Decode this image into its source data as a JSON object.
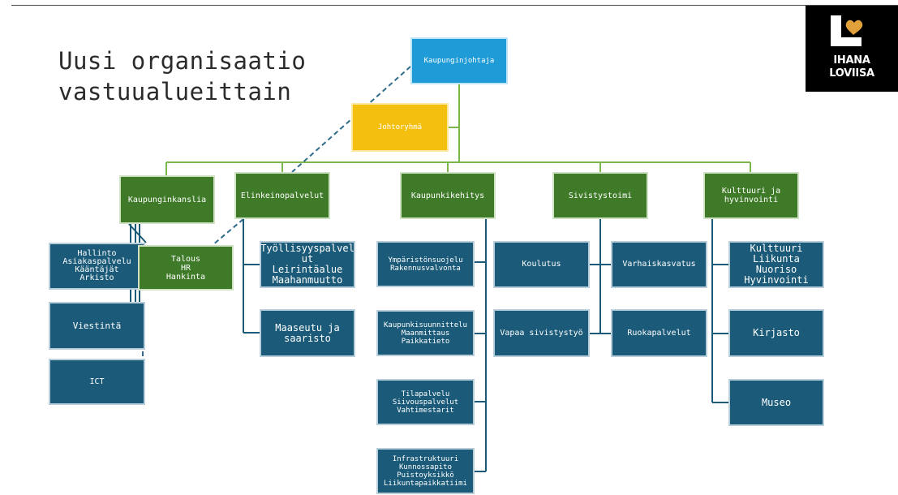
{
  "title_line1": "Uusi organisaatio",
  "title_line2": "vastuualueittain",
  "logo": {
    "line1": "IHANA",
    "line2": "LOVIISA"
  },
  "colors": {
    "blue_top": "#1f9bd7",
    "yellow": "#f5bf0f",
    "green": "#3f7a28",
    "navy": "#1b5b79",
    "line_green": "#7ab648",
    "line_blue": "#2e6b8a"
  },
  "nodes": {
    "kaupunginjohtaja": "Kaupunginjohtaja",
    "johtoryhma": "Johtoryhmä",
    "kaupunginkanslia": "Kaupunginkanslia",
    "elinkeinopalvelut": "Elinkeinopalvelut",
    "kaupunkikehitys": "Kaupunkikehitys",
    "sivistystoimi": "Sivistystoimi",
    "kulttuuri": "Kulttuuri ja\nhyvinvointi",
    "hallinto": "Hallinto\nAsiakaspalvelu\nKääntäjät\nArkisto",
    "viestinta": "Viestintä",
    "ict": "ICT",
    "talous": "Talous\nHR\nHankinta",
    "tyollisyys": "Työllisyyspalvel\nut\nLeirintäalue\nMaahanmuutto",
    "maaseutu": "Maaseutu ja\nsaaristo",
    "ymparisto": "Ympäristönsuojelu\nRakennusvalvonta",
    "kaupunkisuunnittelu": "Kaupunkisuunnittelu\nMaanmittaus\nPaikkatieto",
    "tilapalvelu": "Tilapalvelu\nSiivouspalvelut\nVahtimestarit",
    "infrastruktuuri": "Infrastruktuuri\nKunnossapito\nPuistoyksikkö\nLiikuntapaikkatiimi",
    "koulutus": "Koulutus",
    "varhaiskasvatus": "Varhaiskasvatus",
    "vapaa": "Vapaa sivistystyö",
    "ruokapalvelut": "Ruokapalvelut",
    "kulttuuri_sub": "Kulttuuri\nLiikunta\nNuoriso\nHyvinvointi",
    "kirjasto": "Kirjasto",
    "museo": "Museo"
  }
}
